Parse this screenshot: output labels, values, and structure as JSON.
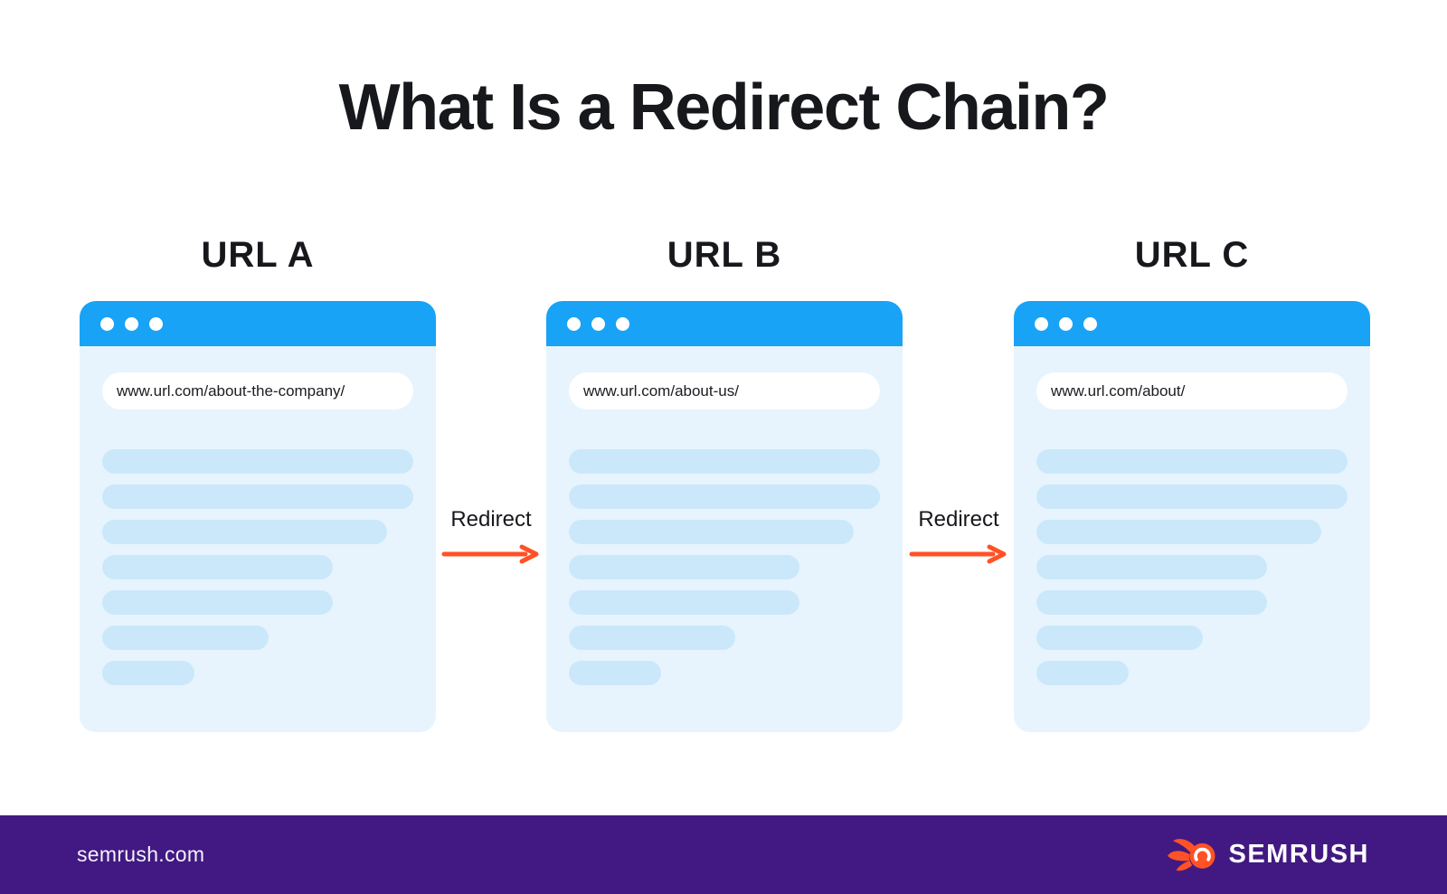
{
  "title": "What Is a Redirect Chain?",
  "windows": [
    {
      "label": "URL A",
      "url": "www.url.com/about-the-company/"
    },
    {
      "label": "URL B",
      "url": "www.url.com/about-us/"
    },
    {
      "label": "URL C",
      "url": "www.url.com/about/"
    }
  ],
  "redirects": [
    {
      "label": "Redirect"
    },
    {
      "label": "Redirect"
    }
  ],
  "footer": {
    "site": "semrush.com",
    "brand": "SEMRUSH"
  },
  "icons": {
    "window_controls": "three-dots",
    "redirect_arrow": "right-arrow",
    "brand_logo": "semrush-flameball"
  },
  "colors": {
    "browser_bar_blue": "#18A3F7",
    "browser_body_blue": "#E7F4FD",
    "skeleton_line_blue": "#CBE8FB",
    "arrow_orange": "#FF5226",
    "footer_purple": "#421983",
    "text_dark": "#17181C"
  }
}
